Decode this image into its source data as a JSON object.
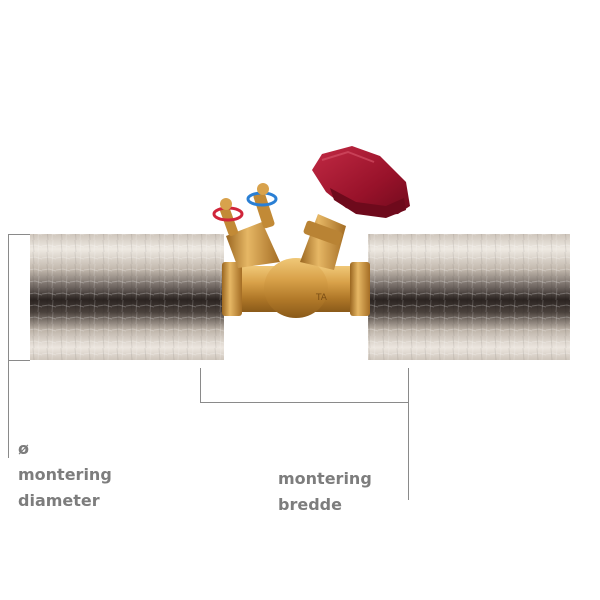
{
  "labels": {
    "diameter_symbol": "ø",
    "diameter_line1": "montering",
    "diameter_line2": "diameter",
    "width_line1": "montering",
    "width_line2": "bredde"
  },
  "colors": {
    "insulation_light": "#e2dcd3",
    "insulation_dark": "#2e2724",
    "brass": "#c9923a",
    "handwheel": "#a3142c",
    "ring_red": "#d0253a",
    "ring_blue": "#2a7fd4",
    "dimension_line": "#8a8a8a",
    "label_text": "#7d7d7d"
  },
  "icons": [
    "insulated-pipe-left",
    "insulated-pipe-right",
    "balancing-valve",
    "red-handwheel-icon",
    "test-point-red-icon",
    "test-point-blue-icon"
  ]
}
